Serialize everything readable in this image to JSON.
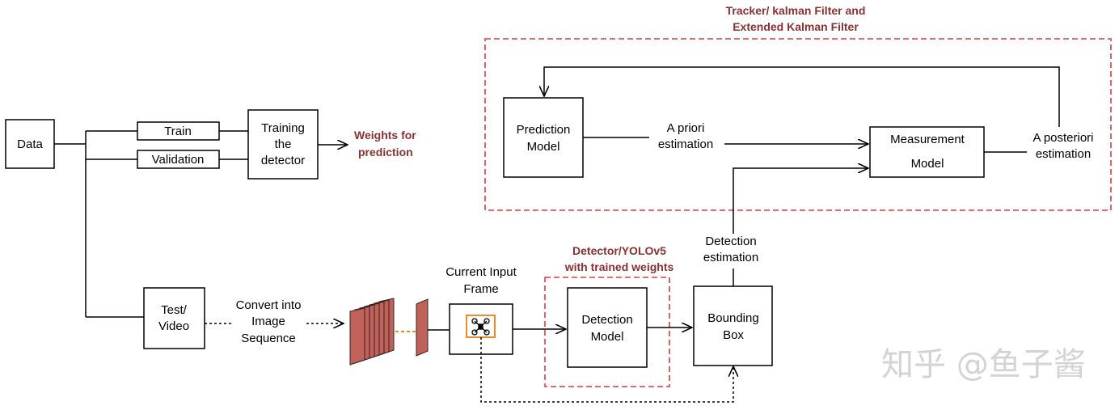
{
  "colors": {
    "line": "#000000",
    "dashed_frame": "#e03c3c",
    "red_label": "#8b3030",
    "frame_fill": "#c0625a",
    "drone_box": "#f08a24",
    "watermark": "#d3d3d3"
  },
  "tracker": {
    "title_line1": "Tracker/ kalman Filter and",
    "title_line2": "Extended Kalman Filter"
  },
  "nodes": {
    "data": "Data",
    "train": "Train",
    "validation": "Validation",
    "training_line1": "Training",
    "training_line2": "the",
    "training_line3": "detector",
    "test_line1": "Test/",
    "test_line2": "Video",
    "prediction_line1": "Prediction",
    "prediction_line2": "Model",
    "measurement_line1": "Measurement",
    "measurement_line2": "Model",
    "detection_line1": "Detection",
    "detection_line2": "Model",
    "bbox_line1": "Bounding",
    "bbox_line2": "Box"
  },
  "labels": {
    "weights_line1": "Weights for",
    "weights_line2": "prediction",
    "convert_line1": "Convert into",
    "convert_line2": "Image",
    "convert_line3": "Sequence",
    "current_line1": "Current Input",
    "current_line2": "Frame",
    "detector_line1": "Detector/YOLOv5",
    "detector_line2": "with trained weights",
    "apriori_line1": "A priori",
    "apriori_line2": "estimation",
    "aposteriori_line1": "A posteriori",
    "aposteriori_line2": "estimation",
    "detest_line1": "Detection",
    "detest_line2": "estimation"
  },
  "watermark": "知乎 @鱼子酱"
}
